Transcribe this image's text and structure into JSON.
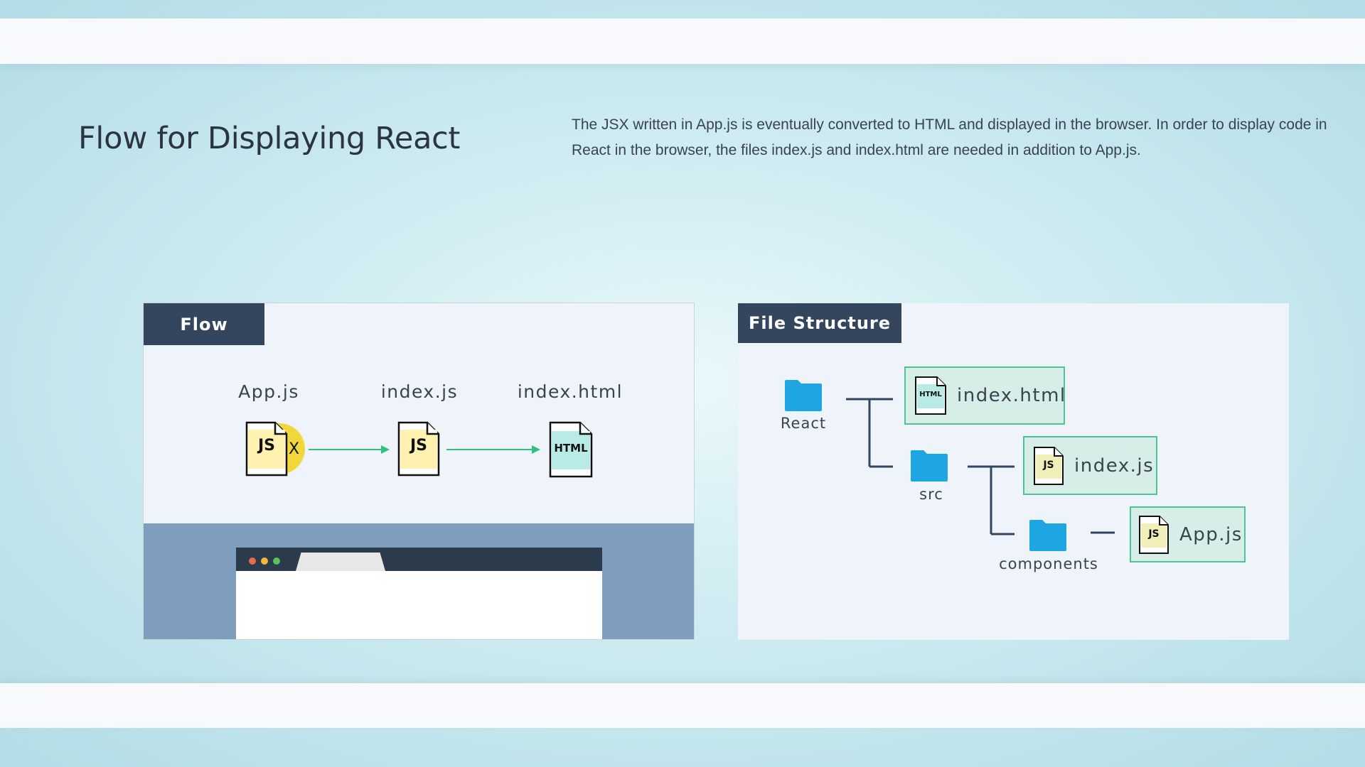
{
  "page": {
    "title": "Flow for Displaying React",
    "description": "The JSX written in App.js is eventually converted to HTML and displayed in the browser. In order to display code in React in the browser, the files index.js and index.html are needed in addition to App.js."
  },
  "flow": {
    "tag": "Flow",
    "steps": [
      {
        "label": "App.js",
        "icon_text": "JS",
        "badge": "X"
      },
      {
        "label": "index.js",
        "icon_text": "JS"
      },
      {
        "label": "index.html",
        "icon_text": "HTML"
      }
    ]
  },
  "files": {
    "tag": "File Structure",
    "folders": [
      "React",
      "src",
      "components"
    ],
    "items": [
      {
        "name": "index.html",
        "icon_text": "HTML"
      },
      {
        "name": "index.js",
        "icon_text": "JS"
      },
      {
        "name": "App.js",
        "icon_text": "JS"
      }
    ]
  },
  "colors": {
    "tag_bg": "#33465d",
    "js_fill": "#fff1b0",
    "html_fill": "#b8ebe6",
    "arrow": "#2ec27e",
    "folder": "#1ea6e2",
    "file_box_bg": "#d6ede8",
    "file_box_border": "#4fc493",
    "jsx_circle": "#f2d73c"
  }
}
